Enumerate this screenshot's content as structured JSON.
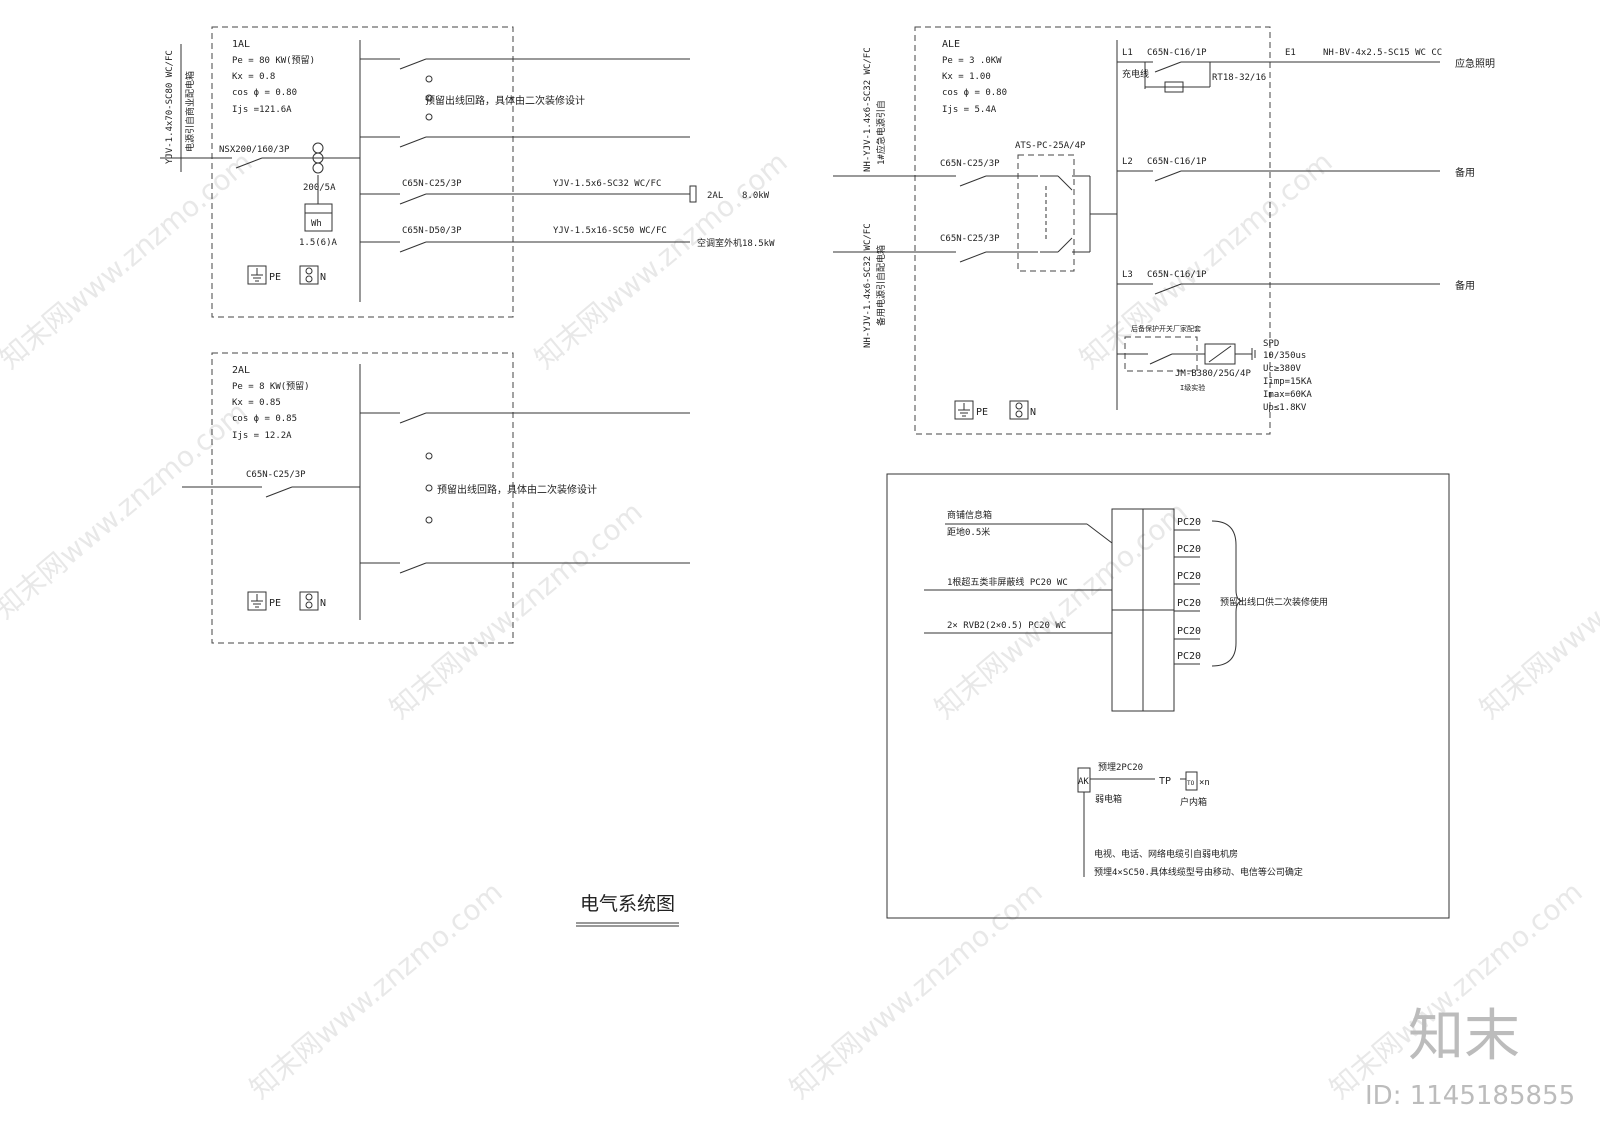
{
  "title": "电气系统图",
  "panel_1al": {
    "name": "1AL",
    "pe": "Pe = 80 KW(预留)",
    "kx": "Kx = 0.8",
    "cos": "cos ϕ = 0.80",
    "ijs": "Ijs =121.6A",
    "incoming_cable": "YJV-1.4x70-SC80 WC/FC",
    "incoming_note": "电源引自商业配电箱",
    "main_breaker": "NSX200/160/3P",
    "ct": "200/5A",
    "meter": "Wh",
    "meter_rating": "1.5(6)A",
    "reserve_note": "预留出线回路，具体由二次装修设计",
    "out1_breaker": "C65N-C25/3P",
    "out1_cable": "YJV-1.5x6-SC32 WC/FC",
    "out1_dest": "2AL",
    "out1_load": "8.0kW",
    "out2_breaker": "C65N-D50/3P",
    "out2_cable": "YJV-1.5x16-SC50 WC/FC",
    "out2_dest": "空调室外机",
    "out2_load": "18.5kW",
    "pe_label": "PE",
    "n_label": "N"
  },
  "panel_2al": {
    "name": "2AL",
    "pe": "Pe = 8 KW(预留)",
    "kx": "Kx = 0.85",
    "cos": "cos ϕ = 0.85",
    "ijs": "Ijs = 12.2A",
    "main_breaker": "C65N-C25/3P",
    "reserve_note": "预留出线回路，具体由二次装修设计",
    "pe_label": "PE",
    "n_label": "N"
  },
  "panel_ale": {
    "name": "ALE",
    "pe": "Pe = 3 .0KW",
    "kx": "Kx = 1.00",
    "cos": "cos ϕ = 0.80",
    "ijs": "Ijs = 5.4A",
    "incoming1_cable": "NH-YJV-1.4x6-SC32 WC/FC",
    "incoming1_note": "1#应急电源引自",
    "incoming2_cable": "NH-YJV-1.4x6-SC32 WC/FC",
    "incoming2_note": "备用电源引自配电箱",
    "in_breaker1": "C65N-C25/3P",
    "in_breaker2": "C65N-C25/3P",
    "ats": "ATS-PC-25A/4P",
    "l1": "L1",
    "l1_breaker": "C65N-C16/1P",
    "l1_note": "充电线",
    "l1_fuse": "RT18-32/16",
    "e1": "E1",
    "e1_cable": "NH-BV-4x2.5-SC15 WC CC",
    "e1_dest": "应急照明",
    "l2": "L2",
    "l2_breaker": "C65N-C16/1P",
    "l2_dest": "备用",
    "l3": "L3",
    "l3_breaker": "C65N-C16/1P",
    "l3_dest": "备用",
    "spd_note": "后备保护开关厂家配套",
    "spd_model": "JM-B380/25G/4P",
    "spd_level": "I级实验",
    "spd_title": "SPD",
    "spd_wave": "10/350us",
    "spd_uc": "Uc≥380V",
    "spd_iimp": "Iimp=15KA",
    "spd_imax": "Imax=60KA",
    "spd_up": "Up≤1.8KV",
    "pe_label": "PE",
    "n_label": "N"
  },
  "weak_box": {
    "info_box": "商铺信息箱",
    "height": "距地0.5米",
    "line1": "1根超五类非屏蔽线 PC20 WC",
    "line2": "2× RVB2(2×0.5) PC20 WC",
    "pc": [
      "PC20",
      "PC20",
      "PC20",
      "PC20",
      "PC20",
      "PC20"
    ],
    "reserve": "预留出线口供二次装修使用",
    "pre": "预埋2PC20",
    "tp": "TP",
    "ak": "AK",
    "ak_label": "弱电箱",
    "to": "TO",
    "xn": "×n",
    "to_label": "户内箱",
    "note1": "电视、电话、网络电缆引自弱电机房",
    "note2": "预埋4×SC50.具体线缆型号由移动、电信等公司确定"
  },
  "brand": {
    "logo": "知末",
    "id": "ID: 1145185855",
    "watermark": "知末网www.znzmo.com"
  }
}
